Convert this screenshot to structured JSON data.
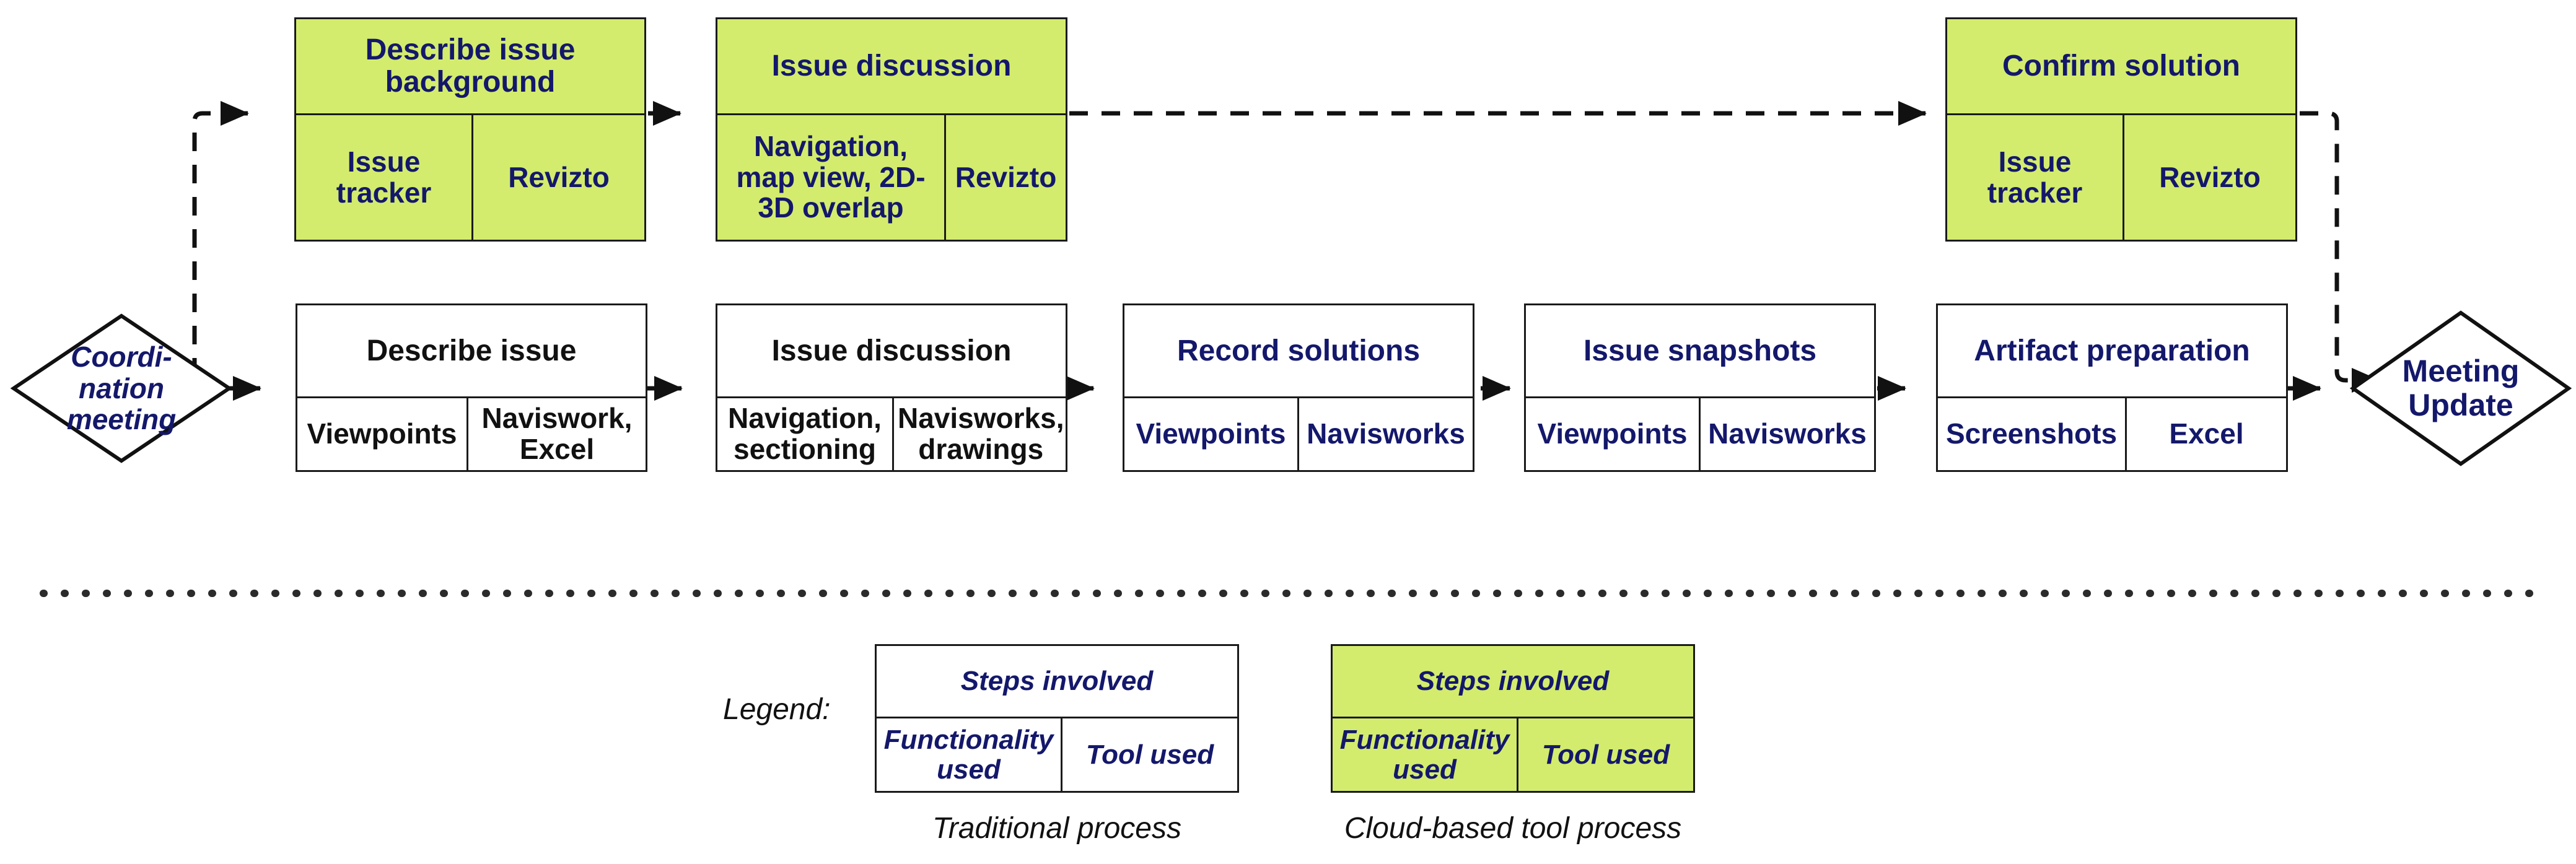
{
  "diagram": {
    "title": "Coordination meeting workflow comparison",
    "colors": {
      "green_fill": "#d3ec6e",
      "white_fill": "#ffffff",
      "navy_text": "#14186b",
      "black_text": "#111111",
      "stroke": "#1a1a1a"
    }
  },
  "start_node": {
    "line1": "Coordi-",
    "line2": "nation",
    "line3": "meeting"
  },
  "end_node": {
    "line1": "Meeting",
    "line2": "Update"
  },
  "cloud_row": {
    "process_name": "Cloud-based tool process",
    "steps": [
      {
        "title": "Describe issue background",
        "functionality": "Issue tracker",
        "tool": "Revizto"
      },
      {
        "title": "Issue discussion",
        "functionality": "Navigation, map view, 2D-3D overlap",
        "tool": "Revizto"
      },
      {
        "title": "Confirm solution",
        "functionality": "Issue tracker",
        "tool": "Revizto"
      }
    ]
  },
  "traditional_row": {
    "process_name": "Traditional process",
    "steps": [
      {
        "title": "Describe issue",
        "functionality": "Viewpoints",
        "tool": "Naviswork, Excel"
      },
      {
        "title": "Issue discussion",
        "functionality": "Navigation, sectioning",
        "tool": "Navisworks, drawings"
      },
      {
        "title": "Record solutions",
        "functionality": "Viewpoints",
        "tool": "Navisworks"
      },
      {
        "title": "Issue snapshots",
        "functionality": "Viewpoints",
        "tool": "Navisworks"
      },
      {
        "title": "Artifact preparation",
        "functionality": "Screenshots",
        "tool": "Excel"
      }
    ]
  },
  "legend": {
    "label": "Legend:",
    "traditional": {
      "title": "Steps involved",
      "functionality": "Functionality used",
      "tool": "Tool used",
      "caption": "Traditional process"
    },
    "cloud": {
      "title": "Steps involved",
      "functionality": "Functionality used",
      "tool": "Tool used",
      "caption": "Cloud-based tool process"
    }
  }
}
